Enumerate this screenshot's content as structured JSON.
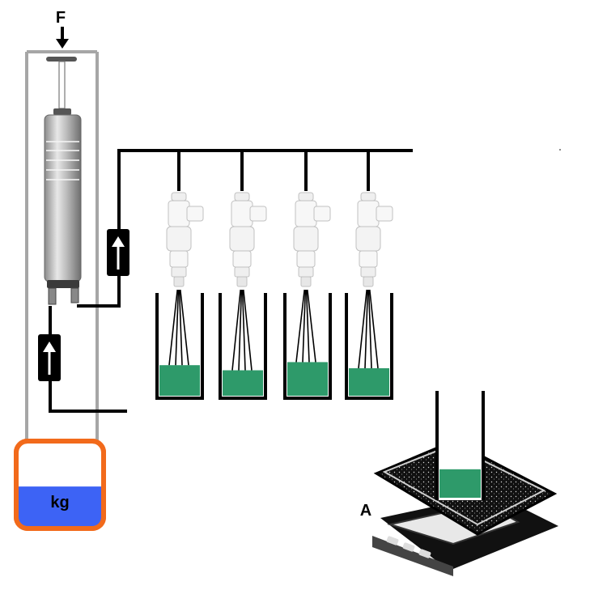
{
  "labels": {
    "force": "F",
    "reservoir_unit": "kg",
    "scale": "A"
  },
  "colors": {
    "fluid": "#2e9a6a",
    "reservoir_fluid": "#3d63f5",
    "reservoir_border": "#f26a1b",
    "frame": "#a6a6a6",
    "pipe": "#000000"
  },
  "injectors": {
    "count": 4
  },
  "beaker_fill_levels": [
    0.3,
    0.25,
    0.33,
    0.27
  ],
  "scale_beaker_fill_level": 0.25,
  "reservoir_fill_level": 0.48,
  "icons": [
    "force-arrow-icon",
    "flow-arrow-icon",
    "pump-icon",
    "injector-icon",
    "digital-scale-icon"
  ]
}
